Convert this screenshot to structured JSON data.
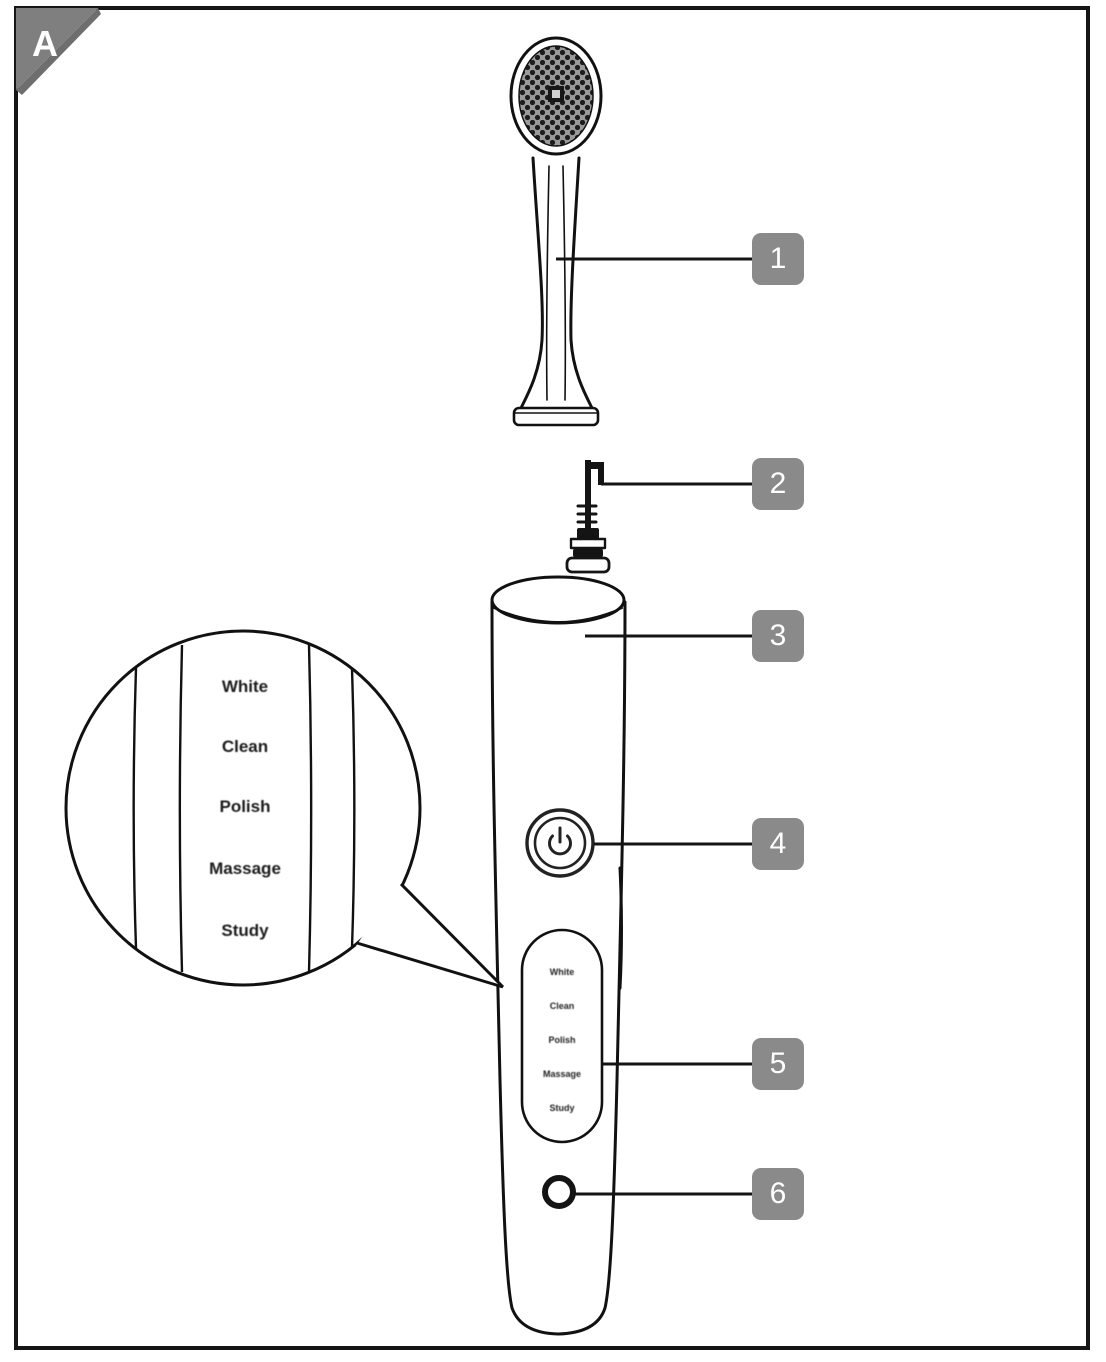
{
  "figure": {
    "label": "A"
  },
  "callouts": {
    "numbers": [
      "1",
      "2",
      "3",
      "4",
      "5",
      "6"
    ]
  },
  "magnifier": {
    "modes": [
      "White",
      "Clean",
      "Polish",
      "Massage",
      "Study"
    ]
  },
  "panel": {
    "modes": [
      "White",
      "Clean",
      "Polish",
      "Massage",
      "Study"
    ]
  },
  "colors": {
    "callout_bg": "#8a8a8a",
    "corner_tab_bg": "#7f7f7f",
    "line": "#1a1a1a",
    "background": "#ffffff"
  }
}
